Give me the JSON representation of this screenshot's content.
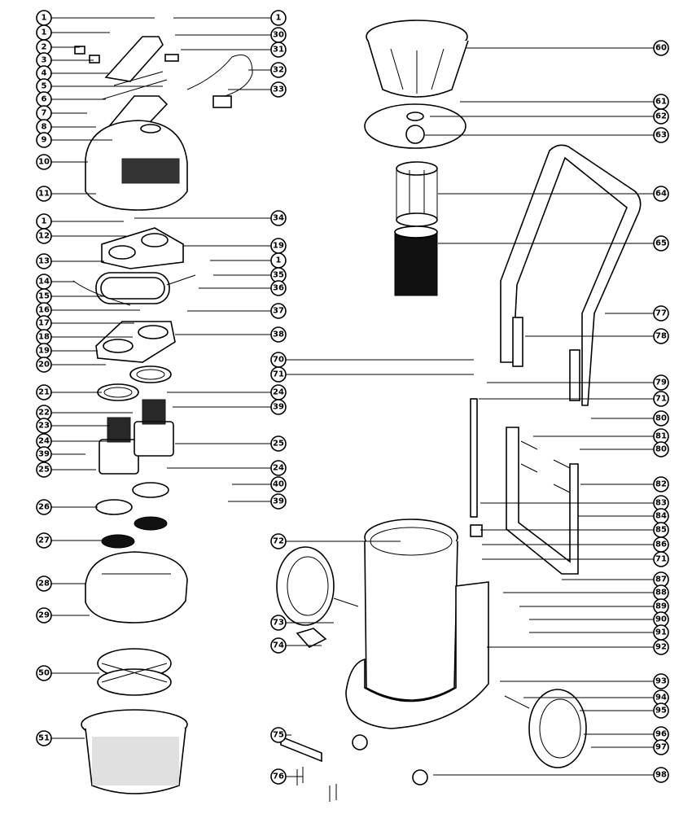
{
  "callouts_left": [
    {
      "num": "1"
    },
    {
      "num": "1"
    },
    {
      "num": "2"
    },
    {
      "num": "3"
    },
    {
      "num": "4"
    },
    {
      "num": "5"
    },
    {
      "num": "6"
    },
    {
      "num": "7"
    },
    {
      "num": "8"
    },
    {
      "num": "9"
    },
    {
      "num": "10"
    },
    {
      "num": "11"
    },
    {
      "num": "1"
    },
    {
      "num": "12"
    },
    {
      "num": "13"
    },
    {
      "num": "14"
    },
    {
      "num": "15"
    },
    {
      "num": "16"
    },
    {
      "num": "17"
    },
    {
      "num": "18"
    },
    {
      "num": "19"
    },
    {
      "num": "20"
    },
    {
      "num": "21"
    },
    {
      "num": "22"
    },
    {
      "num": "23"
    },
    {
      "num": "24"
    },
    {
      "num": "39"
    },
    {
      "num": "25"
    },
    {
      "num": "26"
    },
    {
      "num": "27"
    },
    {
      "num": "28"
    },
    {
      "num": "29"
    },
    {
      "num": "50"
    },
    {
      "num": "51"
    }
  ],
  "callouts_mid": [
    {
      "num": "1"
    },
    {
      "num": "30"
    },
    {
      "num": "31"
    },
    {
      "num": "32"
    },
    {
      "num": "33"
    },
    {
      "num": "34"
    },
    {
      "num": "19"
    },
    {
      "num": "1"
    },
    {
      "num": "35"
    },
    {
      "num": "36"
    },
    {
      "num": "37"
    },
    {
      "num": "38"
    },
    {
      "num": "24"
    },
    {
      "num": "39"
    },
    {
      "num": "25"
    },
    {
      "num": "24"
    },
    {
      "num": "40"
    },
    {
      "num": "39"
    },
    {
      "num": "70"
    },
    {
      "num": "71"
    },
    {
      "num": "72"
    },
    {
      "num": "73"
    },
    {
      "num": "74"
    },
    {
      "num": "75"
    },
    {
      "num": "76"
    }
  ],
  "callouts_right": [
    {
      "num": "60"
    },
    {
      "num": "61"
    },
    {
      "num": "62"
    },
    {
      "num": "63"
    },
    {
      "num": "64"
    },
    {
      "num": "65"
    },
    {
      "num": "77"
    },
    {
      "num": "78"
    },
    {
      "num": "79"
    },
    {
      "num": "71"
    },
    {
      "num": "80"
    },
    {
      "num": "81"
    },
    {
      "num": "80"
    },
    {
      "num": "82"
    },
    {
      "num": "83"
    },
    {
      "num": "84"
    },
    {
      "num": "85"
    },
    {
      "num": "86"
    },
    {
      "num": "71"
    },
    {
      "num": "87"
    },
    {
      "num": "88"
    },
    {
      "num": "89"
    },
    {
      "num": "90"
    },
    {
      "num": "91"
    },
    {
      "num": "92"
    },
    {
      "num": "93"
    },
    {
      "num": "94"
    },
    {
      "num": "95"
    },
    {
      "num": "96"
    },
    {
      "num": "97"
    },
    {
      "num": "98"
    }
  ]
}
